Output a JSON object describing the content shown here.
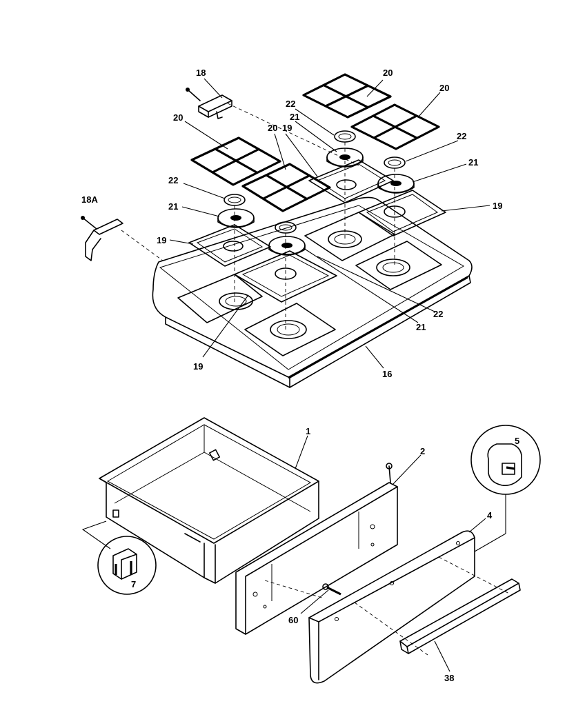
{
  "callouts": {
    "c18": "18",
    "c18a": "18A",
    "c20a": "20",
    "c20b": "20",
    "c20c": "20",
    "c20d": "20",
    "c22a": "22",
    "c22b": "22",
    "c22c": "22",
    "c22d": "22",
    "c21a": "21",
    "c21b": "21",
    "c21c": "21",
    "c21d": "21",
    "c19a": "19",
    "c19b": "19",
    "c19c": "19",
    "c19d": "19",
    "c16": "16",
    "c1": "1",
    "c2": "2",
    "c4": "4",
    "c5": "5",
    "c7": "7",
    "c38": "38",
    "c60": "60"
  }
}
